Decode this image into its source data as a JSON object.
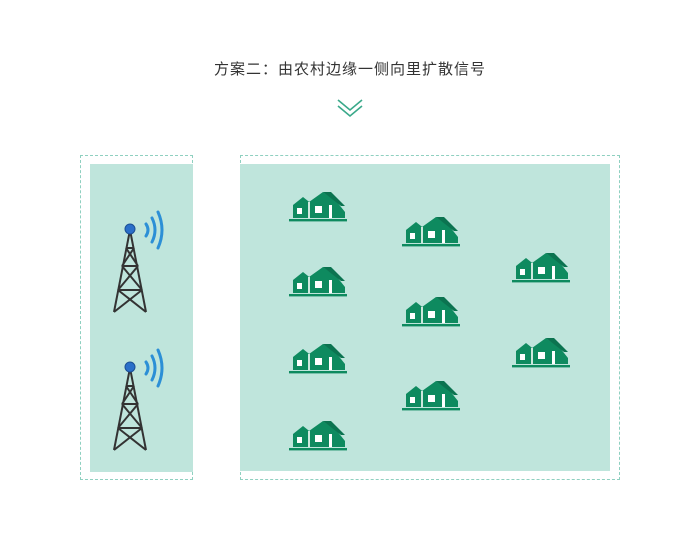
{
  "title": "方案二：由农村边缘一侧向里扩散信号",
  "colors": {
    "panel_fill": "#bfe5dc",
    "panel_border": "#8fd0c0",
    "house": "#0e8a5f",
    "tower": "#333333",
    "tower_top": "#2a6fc9",
    "signal": "#2c8fd6",
    "chevron": "#3aa98a",
    "title_text": "#333333"
  },
  "tower_panel": {
    "towers": [
      {
        "icon": "signal-tower-icon"
      },
      {
        "icon": "signal-tower-icon"
      }
    ]
  },
  "village_panel": {
    "houses": [
      {
        "icon": "house-icon",
        "column": 1,
        "row": 1
      },
      {
        "icon": "house-icon",
        "column": 1,
        "row": 2
      },
      {
        "icon": "house-icon",
        "column": 1,
        "row": 3
      },
      {
        "icon": "house-icon",
        "column": 1,
        "row": 4
      },
      {
        "icon": "house-icon",
        "column": 2,
        "row": 1
      },
      {
        "icon": "house-icon",
        "column": 2,
        "row": 2
      },
      {
        "icon": "house-icon",
        "column": 2,
        "row": 3
      },
      {
        "icon": "house-icon",
        "column": 3,
        "row": 1
      },
      {
        "icon": "house-icon",
        "column": 3,
        "row": 2
      }
    ]
  }
}
